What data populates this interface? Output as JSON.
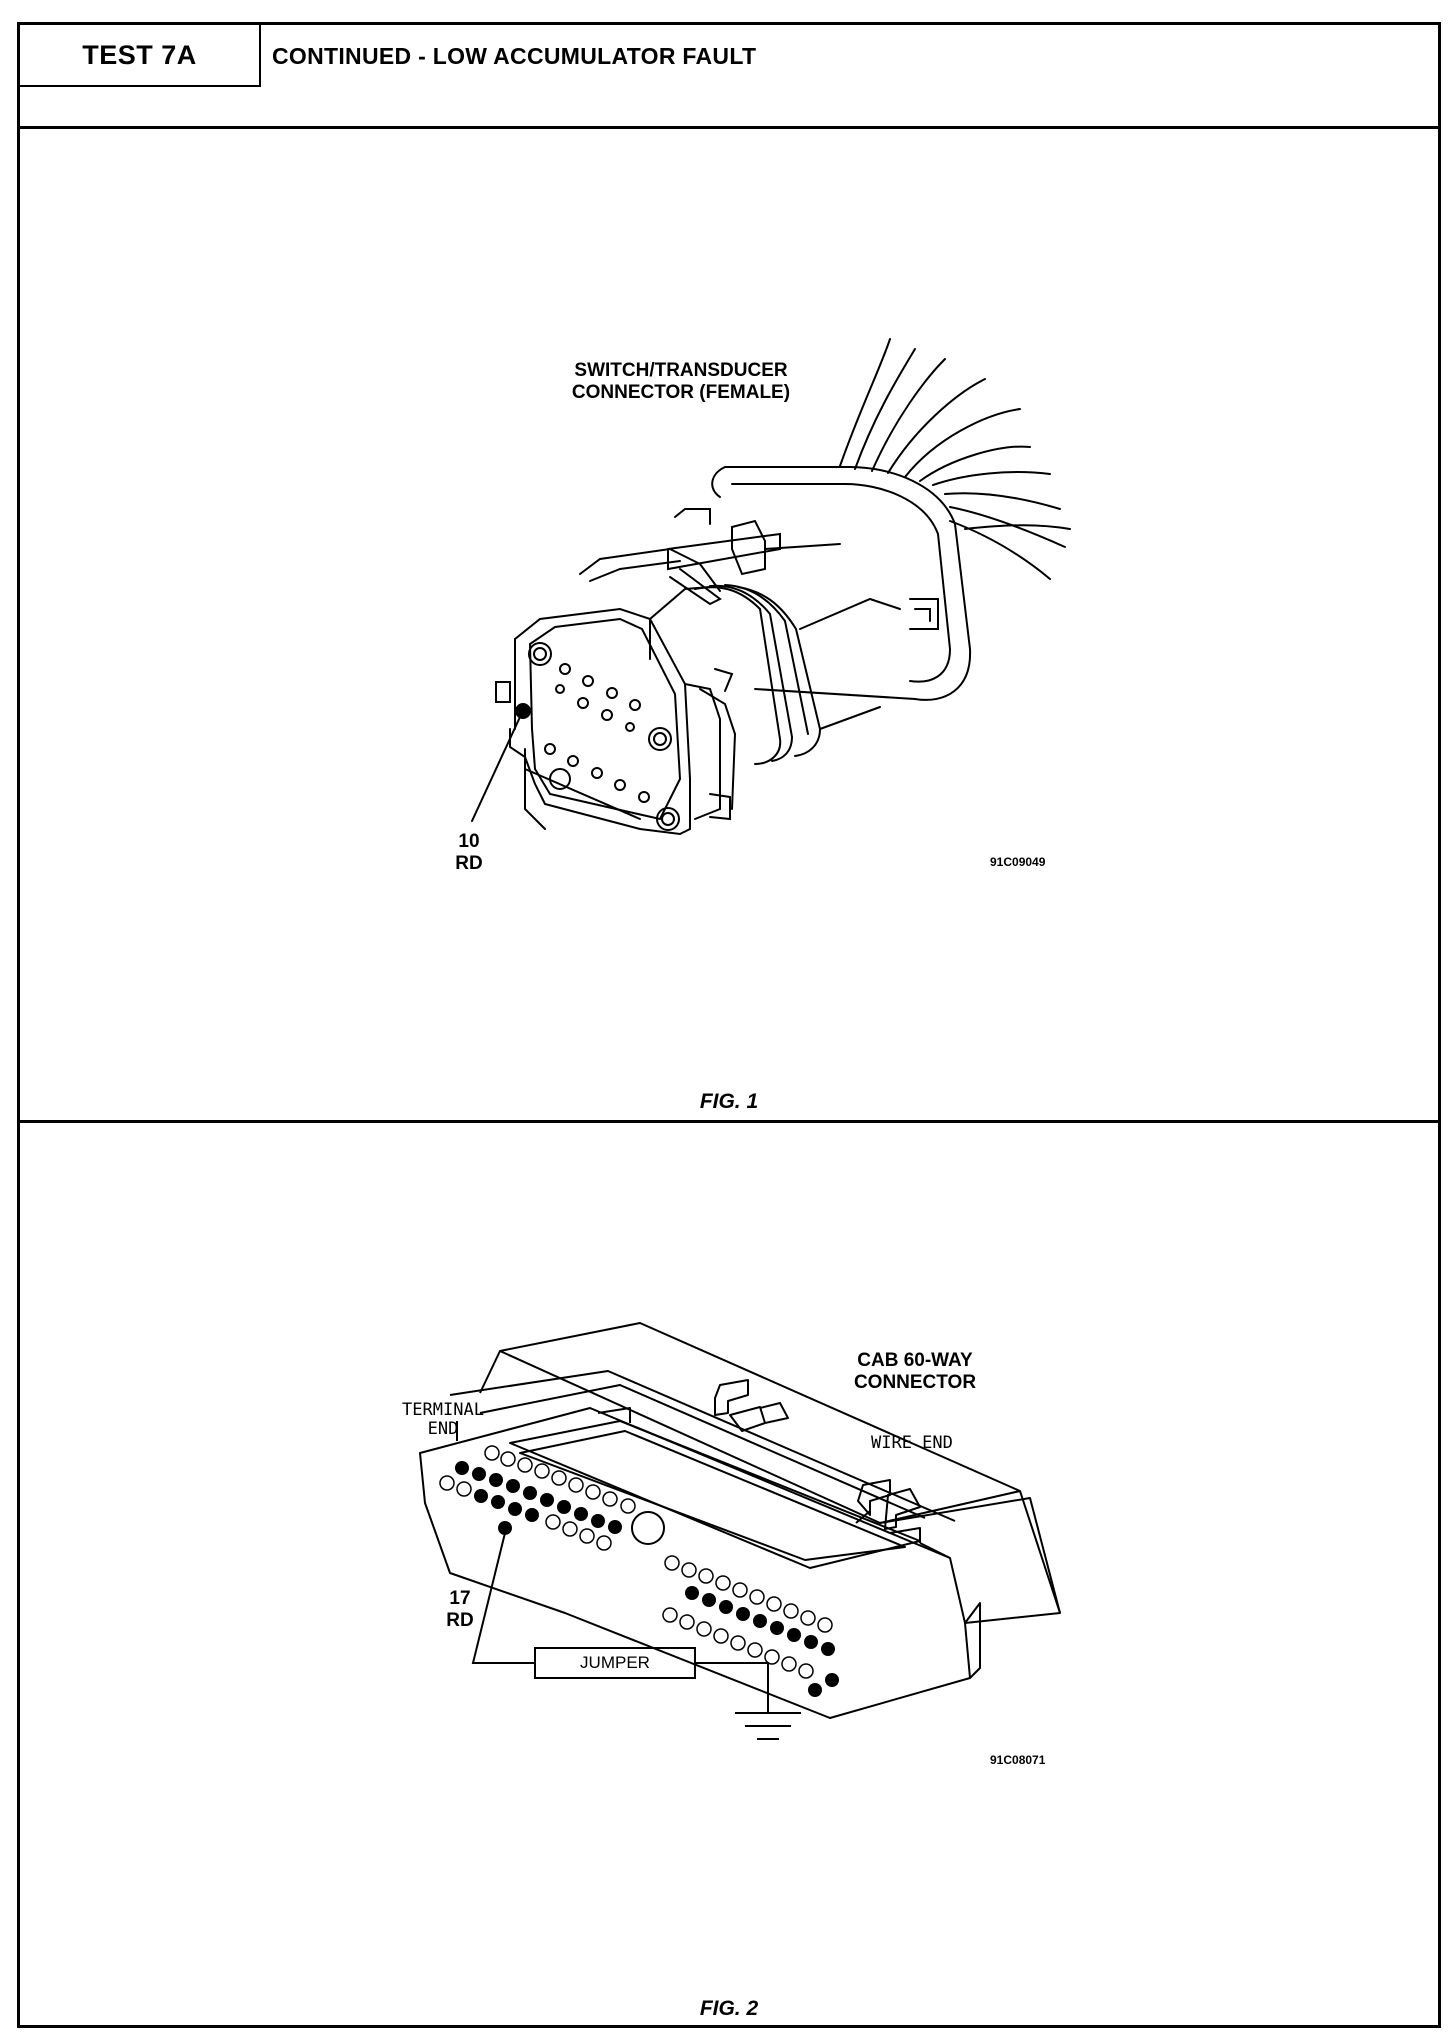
{
  "header": {
    "test_id": "TEST 7A",
    "title": "CONTINUED - LOW ACCUMULATOR FAULT"
  },
  "figure1": {
    "connector_label_line1": "SWITCH/TRANSDUCER",
    "connector_label_line2": "CONNECTOR (FEMALE)",
    "pin_number": "10",
    "pin_color": "RD",
    "ref_code": "91C09049",
    "caption": "FIG. 1"
  },
  "figure2": {
    "connector_label_line1": "CAB 60-WAY",
    "connector_label_line2": "CONNECTOR",
    "terminal_end_line1": "TERMINAL",
    "terminal_end_line2": "END",
    "wire_end": "WIRE END",
    "pin_number": "17",
    "pin_color": "RD",
    "jumper_label": "JUMPER",
    "ref_code": "91C08071",
    "caption": "FIG. 2"
  }
}
